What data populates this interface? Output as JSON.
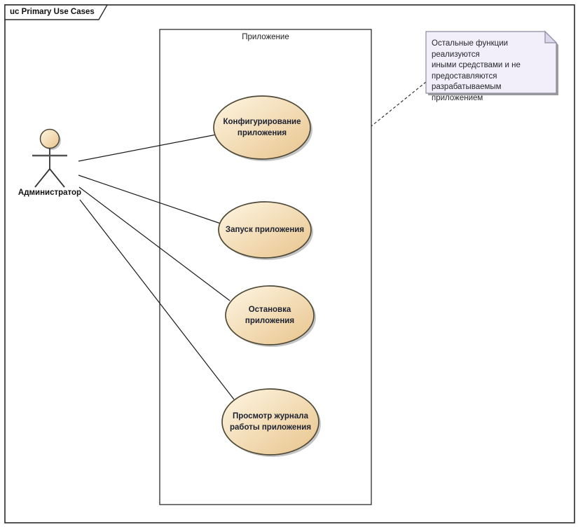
{
  "frame": {
    "title": "uc Primary Use Cases"
  },
  "boundary": {
    "label": "Приложение"
  },
  "actor": {
    "label": "Администратор"
  },
  "use_cases": [
    {
      "label": "Конфигурирование\nприложения"
    },
    {
      "label": "Запуск приложения"
    },
    {
      "label": "Остановка\nприложения"
    },
    {
      "label": "Просмотр журнала\nработы приложения"
    }
  ],
  "note": {
    "text": "Остальные функции реализуются\nиными средствами и не\nпредоставляются\nразрабатываемым приложением"
  },
  "colors": {
    "usecase_fill_light": "#fdf6e3",
    "usecase_fill_dark": "#e9c48c",
    "usecase_border": "#4f4a38",
    "note_fill": "#f2effa",
    "note_fold": "#dcd7ec",
    "note_border": "#8c8ca0",
    "shadow": "#c4c4c4",
    "connector": "#1a1a1a",
    "frame_border": "#2a2a2a"
  }
}
